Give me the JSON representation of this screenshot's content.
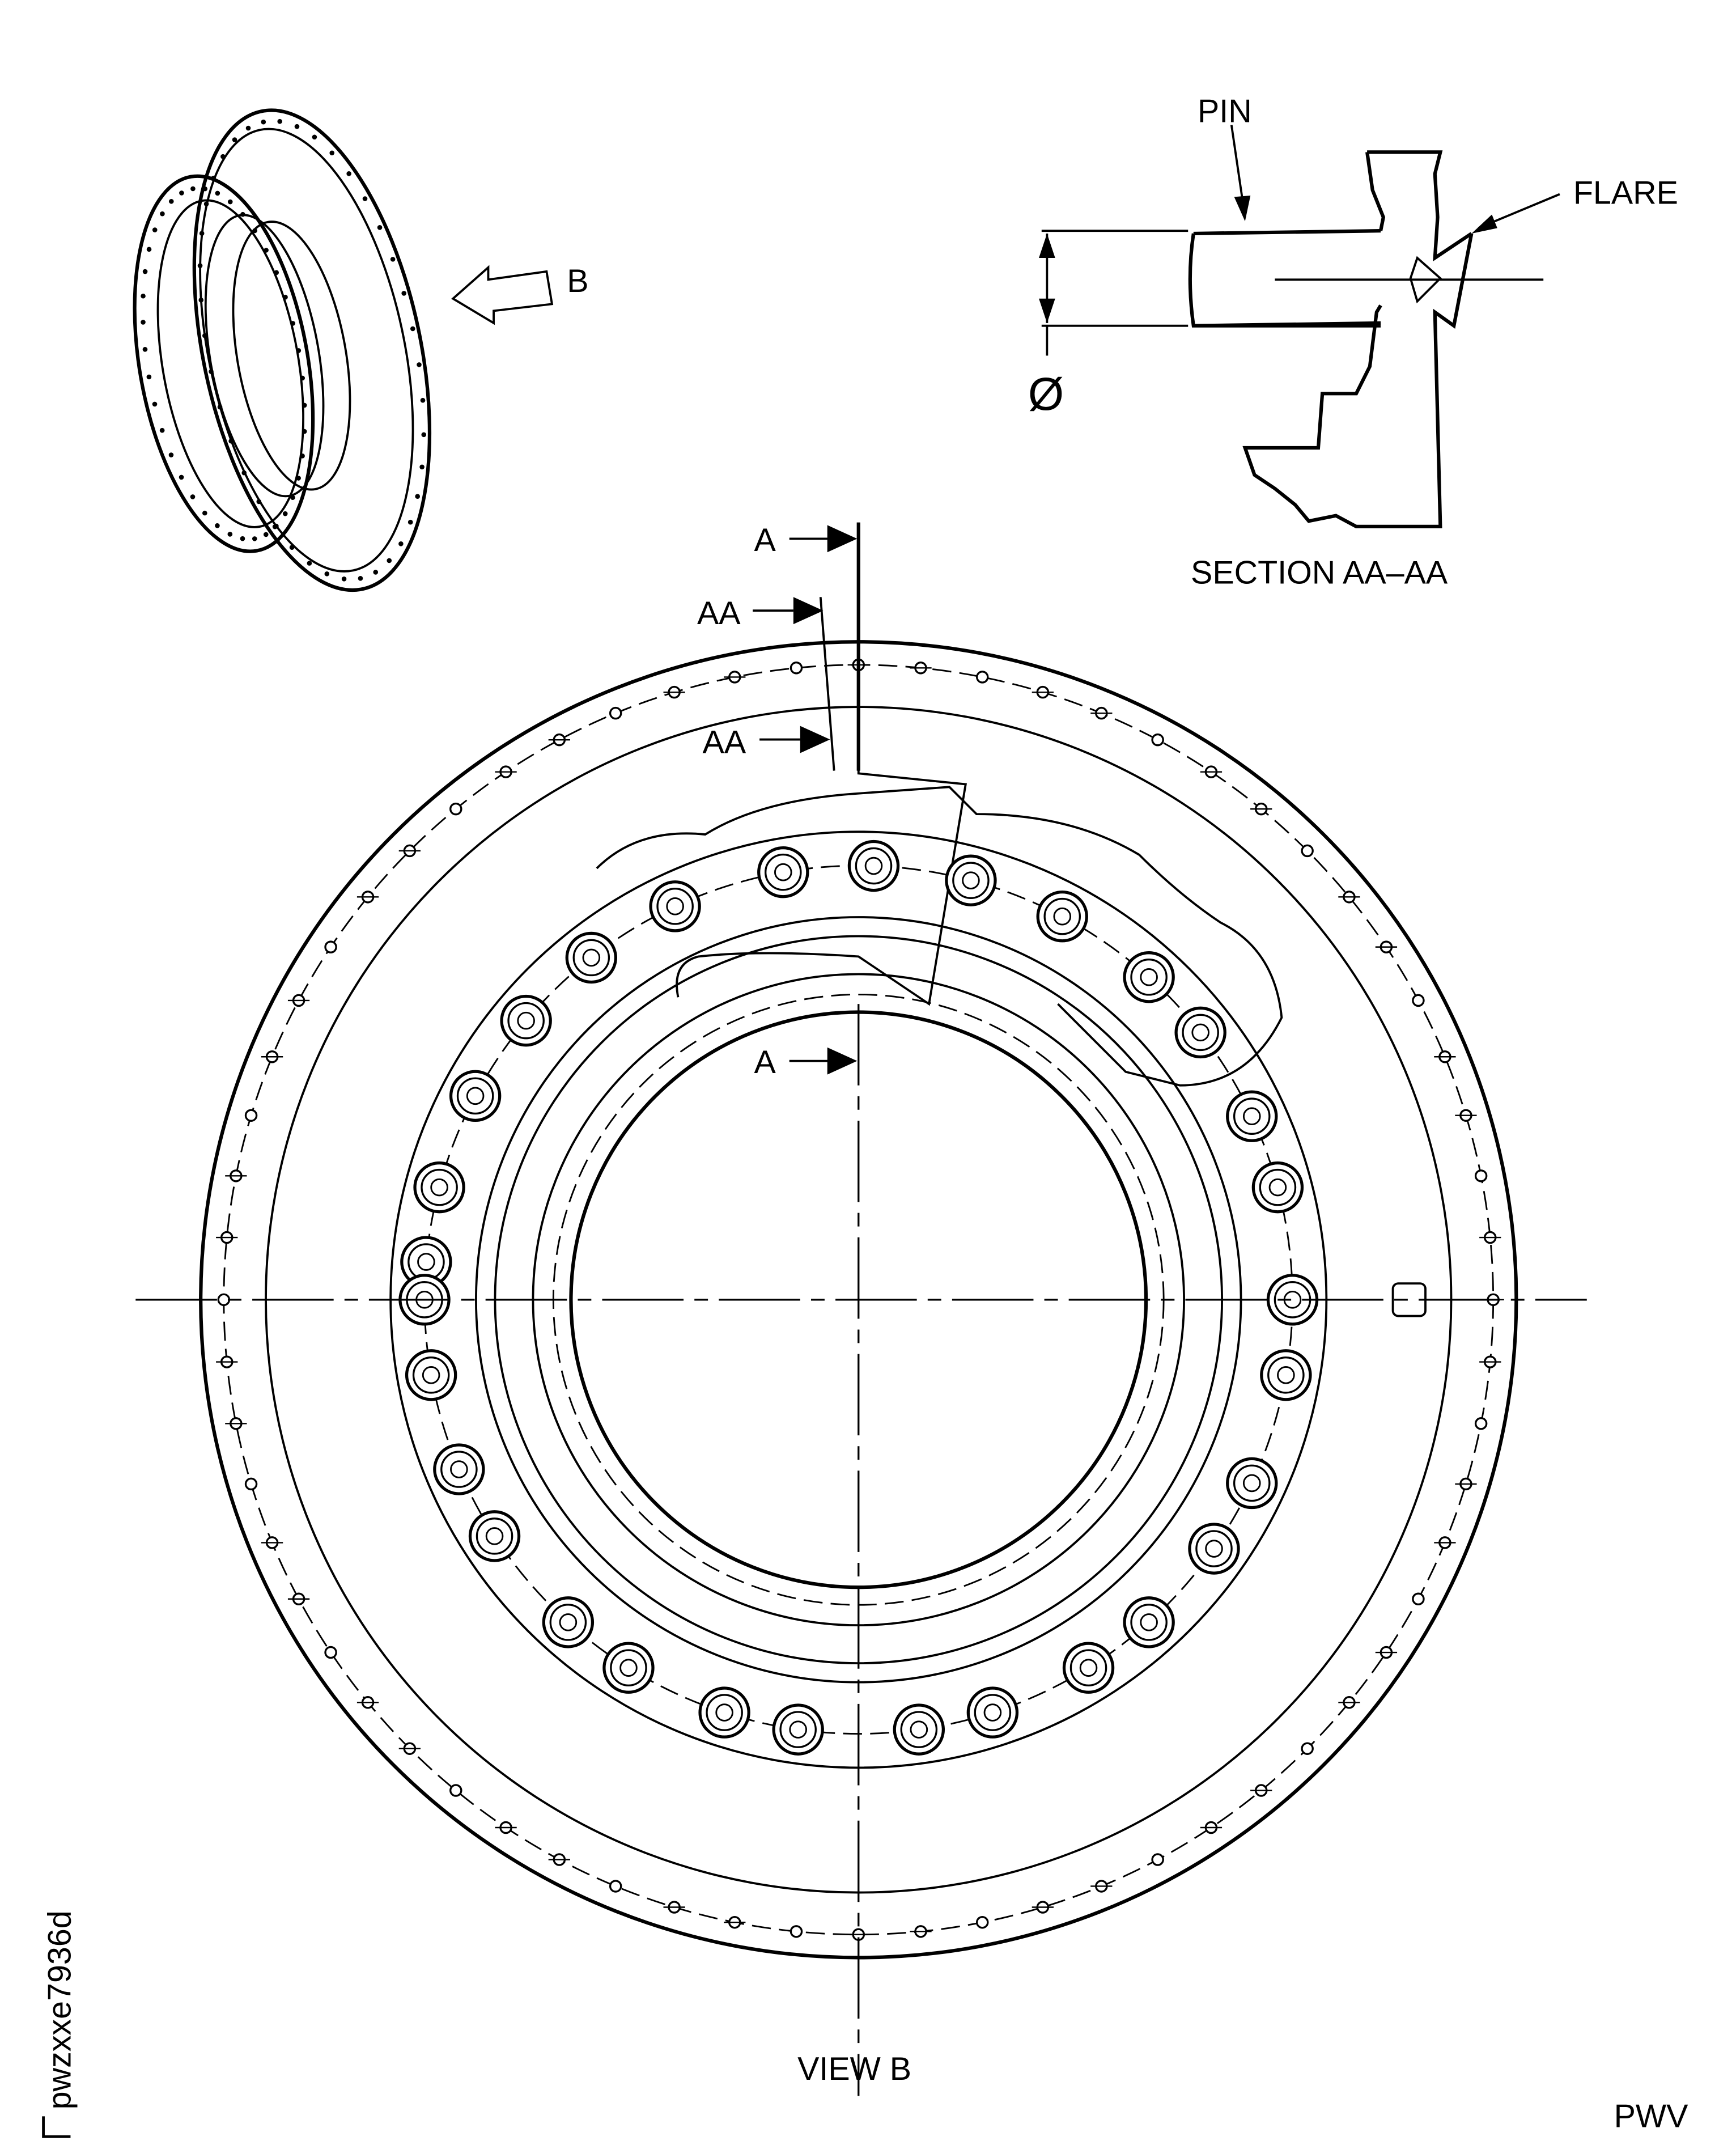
{
  "iso_view": {
    "arrow_label": "B"
  },
  "section": {
    "pin_label": "PIN",
    "flare_label": "FLARE",
    "diameter_symbol": "Ø",
    "title": "SECTION AA–AA"
  },
  "view": {
    "cut_labels": [
      "A",
      "AA",
      "AA",
      "A"
    ],
    "title": "VIEW B"
  },
  "footer": {
    "code": "PWV",
    "drawing_id": "pwzxxe7936d"
  }
}
